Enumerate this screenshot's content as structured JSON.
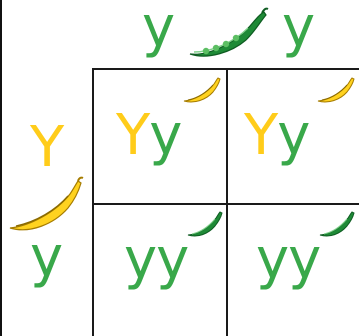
{
  "colors": {
    "dominant": "#ffcc1a",
    "recessive": "#39a84a",
    "grid": "#1a1a1a",
    "pod_yellow": "#ffd21f",
    "pod_green": "#1e8a36"
  },
  "header": {
    "allele_1": "y",
    "allele_2": "y",
    "pod_icon": "green-pea-pod-icon"
  },
  "side": {
    "allele_1": "Y",
    "allele_2": "y",
    "pod_icon": "yellow-pea-pod-icon"
  },
  "cells": [
    {
      "a": "Y",
      "b": "y",
      "pod_icon": "yellow-pea-pod-icon"
    },
    {
      "a": "Y",
      "b": "y",
      "pod_icon": "yellow-pea-pod-icon"
    },
    {
      "a": "y",
      "b": "y",
      "pod_icon": "green-pea-pod-icon"
    },
    {
      "a": "y",
      "b": "y",
      "pod_icon": "green-pea-pod-icon"
    }
  ]
}
